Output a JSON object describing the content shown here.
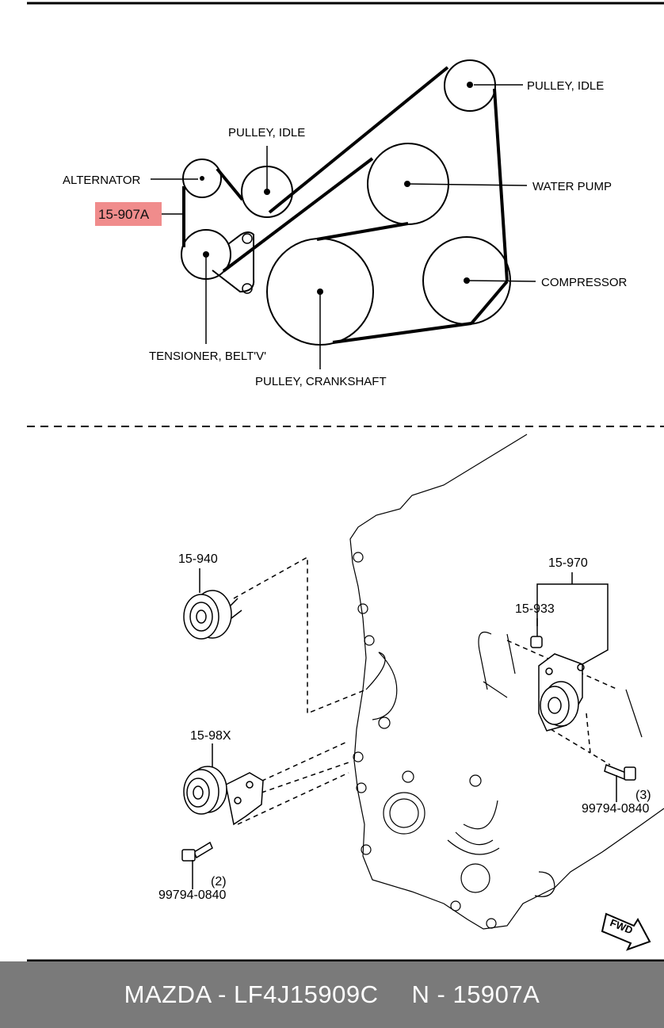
{
  "colors": {
    "background": "#ffffff",
    "line": "#000000",
    "highlight": "#f08c8c",
    "footer_bg": "#7a7a7a",
    "footer_text": "#ffffff"
  },
  "belt_diagram": {
    "labels": {
      "pulley_idle_upper": "PULLEY, IDLE",
      "pulley_idle_lower": "PULLEY, IDLE",
      "alternator": "ALTERNATOR",
      "water_pump": "WATER PUMP",
      "compressor": "COMPRESSOR",
      "tensioner": "TENSIONER, BELT'V'",
      "crankshaft": "PULLEY, CRANKSHAFT"
    },
    "highlighted_part": "15-907A"
  },
  "exploded_view": {
    "parts": {
      "idler": "15-940",
      "tensioner_assy": "15-970",
      "bushing": "15-933",
      "pulley_assy": "15-98X",
      "bolt_right": "99794-0840",
      "bolt_right_qty": "(3)",
      "bolt_left": "99794-0840",
      "bolt_left_qty": "(2)"
    },
    "fwd_mark": "FWD"
  },
  "footer": {
    "brand_part": "MAZDA - LF4J15909C",
    "ref_part": "N - 15907A"
  }
}
